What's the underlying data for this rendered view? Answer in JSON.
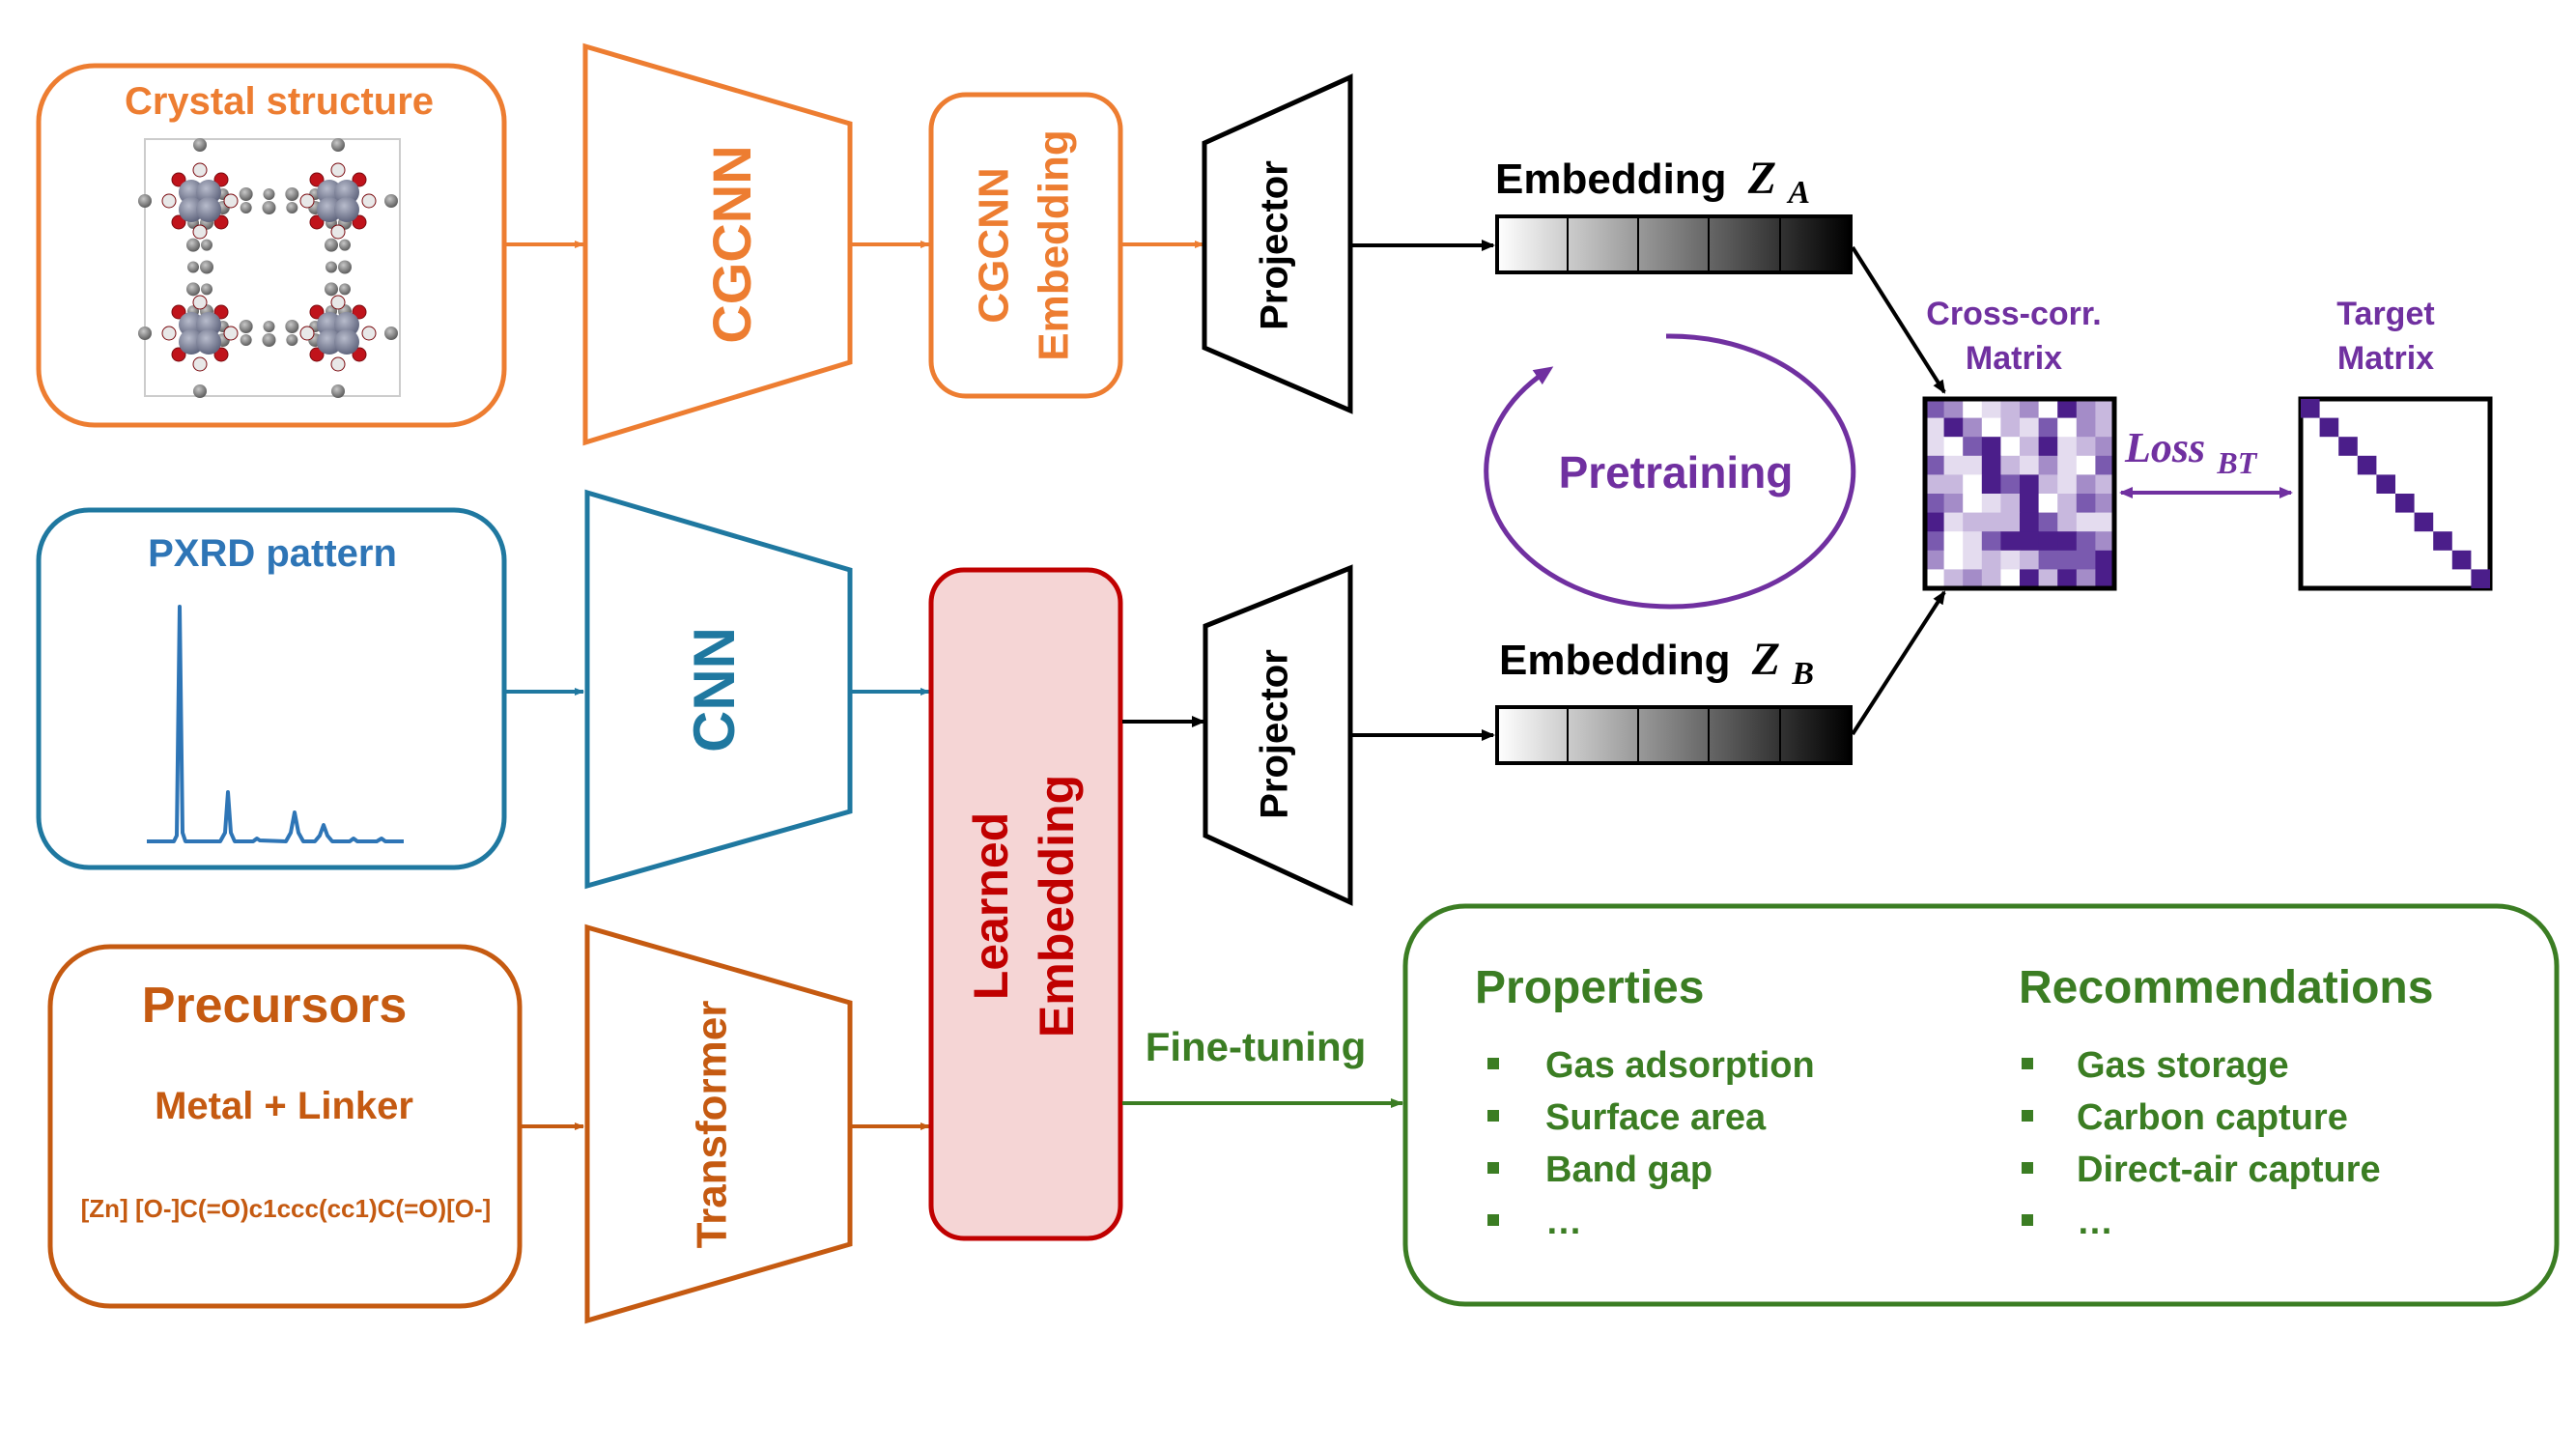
{
  "colors": {
    "orange": "#ED7D31",
    "orange_dark": "#C55A11",
    "blue": "#2E75B6",
    "teal": "#1F78A0",
    "red": "#C00000",
    "red_fill": "#F5D5D5",
    "purple": "#7030A0",
    "purple_dark": "#4B1E8A",
    "green": "#3B7D23",
    "black": "#000000"
  },
  "inputs": {
    "crystal": {
      "title": "Crystal structure",
      "image": "mof-crystal-structure-image"
    },
    "pxrd": {
      "title": "PXRD pattern",
      "image": "pxrd-spectrum-plot"
    },
    "precursors": {
      "title": "Precursors",
      "subtitle": "Metal + Linker",
      "smiles": "[Zn] [O-]C(=O)c1ccc(cc1)C(=O)[O-]"
    }
  },
  "encoders": {
    "cgcnn": "CGCNN",
    "cnn": "CNN",
    "transformer": "Transformer"
  },
  "embeddings": {
    "cgcnn_line1": "CGCNN",
    "cgcnn_line2": "Embedding",
    "learned_line1": "Learned",
    "learned_line2": "Embedding"
  },
  "projectors": {
    "top": "Projector",
    "bottom": "Projector"
  },
  "vectors": {
    "za_label": "Embedding",
    "za_var": "Z",
    "za_sub": "A",
    "zb_label": "Embedding",
    "zb_var": "Z",
    "zb_sub": "B"
  },
  "pretraining": {
    "label": "Pretraining"
  },
  "matrices": {
    "crosscorr_line1": "Cross-corr.",
    "crosscorr_line2": "Matrix",
    "target_line1": "Target",
    "target_line2": "Matrix",
    "loss_var": "Loss",
    "loss_sub": "BT"
  },
  "finetune": {
    "label": "Fine-tuning"
  },
  "outputs": {
    "properties": {
      "title": "Properties",
      "items": [
        "Gas adsorption",
        "Surface area",
        "Band gap",
        "…"
      ]
    },
    "recommendations": {
      "title": "Recommendations",
      "items": [
        "Gas storage",
        "Carbon capture",
        "Direct-air capture",
        "…"
      ]
    }
  }
}
